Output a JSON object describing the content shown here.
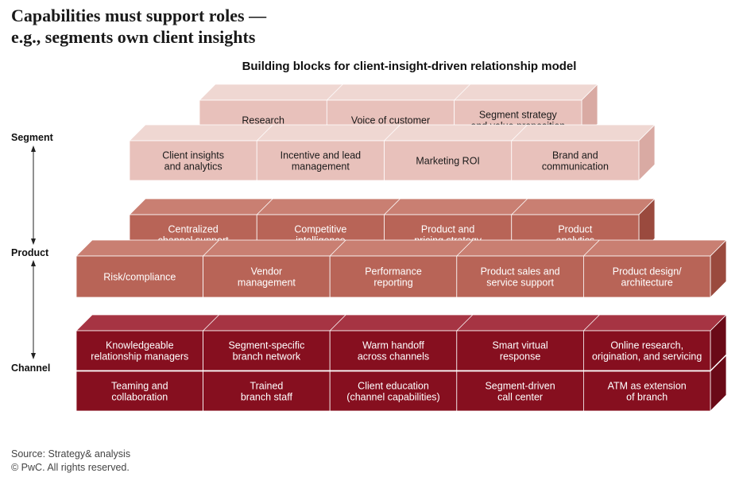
{
  "title": {
    "line1": "Capabilities must support roles —",
    "line2": "e.g., segments own client insights"
  },
  "subtitle": "Building blocks for client-insight-driven relationship model",
  "side_labels": {
    "segment": "Segment",
    "product": "Product",
    "channel": "Channel"
  },
  "footer": {
    "source": "Source: Strategy& analysis",
    "copyright": "© PwC. All rights reserved."
  },
  "colors": {
    "segment": {
      "front": "#e8c1bb",
      "top": "#efd7d2",
      "side": "#d9aaa3",
      "text": "#1a1a1a"
    },
    "product": {
      "front": "#b86457",
      "top": "#c97f72",
      "side": "#9a4a3e",
      "text": "#ffffff"
    },
    "channel": {
      "front": "#860f1f",
      "top": "#a63443",
      "side": "#6a0a17",
      "text": "#ffffff"
    }
  },
  "blocks": {
    "segment_top": [
      [
        "Research"
      ],
      [
        "Voice of customer"
      ],
      [
        "Segment strategy",
        "and value proposition"
      ]
    ],
    "segment_bottom": [
      [
        "Client insights",
        "and analytics"
      ],
      [
        "Incentive and lead",
        "management"
      ],
      [
        "Marketing ROI"
      ],
      [
        "Brand and",
        "communication"
      ]
    ],
    "product_top": [
      [
        "Centralized",
        "channel support"
      ],
      [
        "Competitive",
        "intelligence"
      ],
      [
        "Product and",
        "pricing strategy"
      ],
      [
        "Product",
        "analytics"
      ]
    ],
    "product_bottom": [
      [
        "Risk/compliance"
      ],
      [
        "Vendor",
        "management"
      ],
      [
        "Performance",
        "reporting"
      ],
      [
        "Product sales and",
        "service support"
      ],
      [
        "Product design/",
        "architecture"
      ]
    ],
    "channel_top": [
      [
        "Knowledgeable",
        "relationship managers"
      ],
      [
        "Segment-specific",
        "branch network"
      ],
      [
        "Warm handoff",
        "across channels"
      ],
      [
        "Smart virtual",
        "response"
      ],
      [
        "Online research,",
        "origination, and servicing"
      ]
    ],
    "channel_bottom": [
      [
        "Teaming and",
        "collaboration"
      ],
      [
        "Trained",
        "branch staff"
      ],
      [
        "Client education",
        "(channel capabilities)"
      ],
      [
        "Segment-driven",
        "call center"
      ],
      [
        "ATM as extension",
        "of branch"
      ]
    ]
  }
}
